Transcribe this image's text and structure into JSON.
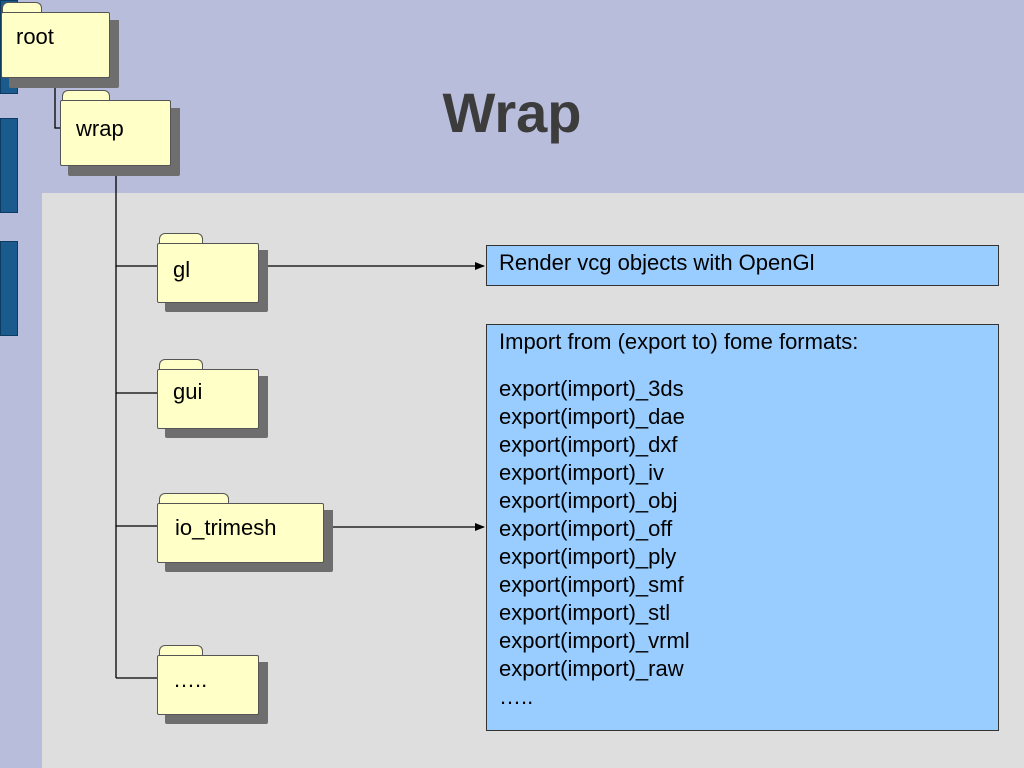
{
  "title": "Wrap",
  "tree": {
    "root": "root",
    "wrap": "wrap",
    "children": [
      "gl",
      "gui",
      "io_trimesh",
      "….."
    ]
  },
  "boxes": {
    "gl_desc": "Render vcg objects with OpenGl",
    "io_header": "Import from (export to) fome formats:",
    "io_items": [
      "export(import)_3ds",
      "export(import)_dae",
      "export(import)_dxf",
      "export(import)_iv",
      "export(import)_obj",
      "export(import)_off",
      "export(import)_ply",
      "export(import)_smf",
      "export(import)_stl",
      "export(import)_vrml",
      "export(import)_raw",
      "….."
    ]
  },
  "colors": {
    "background": "#b8bddb",
    "panel": "#dedede",
    "folder_fill": "#ffffc8",
    "box_fill": "#99ccff",
    "accent_bar": "#1a5a8c"
  },
  "icons": {
    "node": "folder-icon",
    "connector": "arrow-right-icon"
  }
}
